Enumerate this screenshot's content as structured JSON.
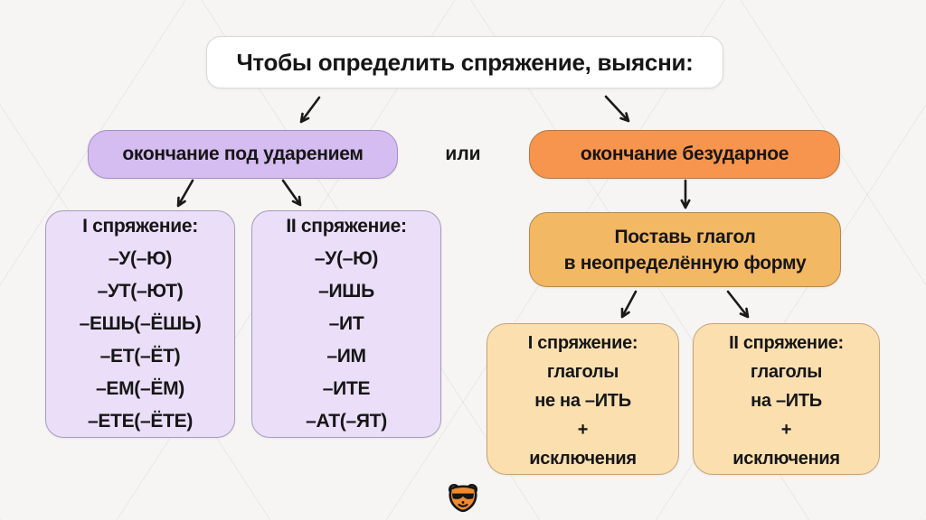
{
  "diagram": {
    "title": "Чтобы определить спряжение, выясни:",
    "or_label": "или",
    "stressed": {
      "label": "окончание под ударением",
      "conjugation1": {
        "heading": "I спряжение:",
        "endings": [
          "–У(–Ю)",
          "–УТ(–ЮТ)",
          "–ЕШЬ(–ЁШЬ)",
          "–ЕТ(–ЁТ)",
          "–ЕМ(–ЁМ)",
          "–ЕТЕ(–ЁТЕ)"
        ]
      },
      "conjugation2": {
        "heading": "II спряжение:",
        "endings": [
          "–У(–Ю)",
          "–ИШЬ",
          "–ИТ",
          "–ИМ",
          "–ИТЕ",
          "–АТ(–ЯТ)"
        ]
      }
    },
    "unstressed": {
      "label": "окончание безударное",
      "step_line1": "Поставь глагол",
      "step_line2": "в неопределённую форму",
      "conjugation1": {
        "heading": "I спряжение:",
        "lines": [
          "глаголы",
          "не на –ИТЬ",
          "+",
          "исключения"
        ]
      },
      "conjugation2": {
        "heading": "II спряжение:",
        "lines": [
          "глаголы",
          "на –ИТЬ",
          "+",
          "исключения"
        ]
      }
    },
    "colors": {
      "purple_header": "#d5bcf1",
      "purple_list": "#eadef8",
      "orange_header": "#f7954e",
      "orange_step": "#f3b863",
      "peach": "#fbdfaf"
    },
    "logo_name": "bear-mascot-logo"
  }
}
